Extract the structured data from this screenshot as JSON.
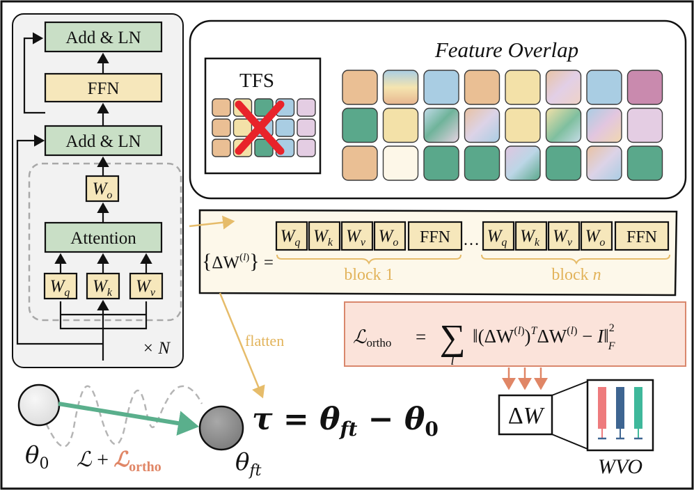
{
  "transformer": {
    "add_ln_top": "Add & LN",
    "ffn": "FFN",
    "add_ln_bottom": "Add & LN",
    "attention": "Attention",
    "wo_base": "W",
    "wo_sub": "o",
    "wq_base": "W",
    "wq_sub": "q",
    "wk_base": "W",
    "wk_sub": "k",
    "wv_base": "W",
    "wv_sub": "v",
    "repeat_label": "× N"
  },
  "feature_overlap": {
    "title": "Feature Overlap",
    "tfs_label": "TFS"
  },
  "delta_set": {
    "lhs": "{ΔW(l)} =",
    "block1_label": "block 1",
    "blockn_label": "block n",
    "ellipsis": "…",
    "ffn": "FFN",
    "w_base": "W",
    "subs": [
      "q",
      "k",
      "v",
      "o"
    ]
  },
  "ortho_loss": {
    "lhs": "ℒortho",
    "rhs": "= Σ ‖(ΔW(l))ᵀΔW(l) − I‖²F",
    "sum_index": "l"
  },
  "flatten_label": "flatten",
  "tau_equation": "τ = θft − θ0",
  "theta0": "θ0",
  "theta_ft": "θft",
  "loss_label_L": "ℒ + ",
  "loss_label_ortho": "ℒortho",
  "delta_w_box": "ΔW",
  "wvo_label": "WVO",
  "colors": {
    "green_box": "#c9dfc6",
    "yellow_box": "#f6e7bb",
    "panel_bg": "#f2f2f2",
    "ortho_bg": "#fbe3da",
    "ortho_border": "#d9876c",
    "delta_bg": "#fdf8ea",
    "flatten_orange": "#e6bc6a",
    "teal_arrow": "#5aaf8c",
    "ortho_text": "#e08666",
    "bar_red": "#ee7b7d",
    "bar_blue": "#3e6591",
    "bar_teal": "#3fb89b"
  }
}
